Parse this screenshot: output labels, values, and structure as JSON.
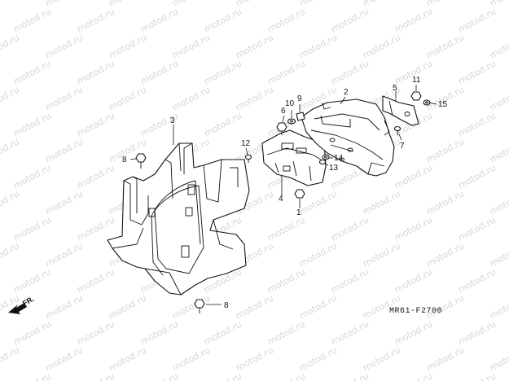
{
  "watermark": {
    "text": "motod.ru",
    "color": "#d6d6d6"
  },
  "diagram": {
    "code": "MR61-F2700",
    "direction_label": "FR.",
    "callouts": [
      "1",
      "2",
      "3",
      "4",
      "5",
      "6",
      "7",
      "8",
      "8",
      "9",
      "10",
      "11",
      "12",
      "13",
      "14",
      "15"
    ]
  },
  "colors": {
    "line": "#111111",
    "background": "#ffffff"
  }
}
